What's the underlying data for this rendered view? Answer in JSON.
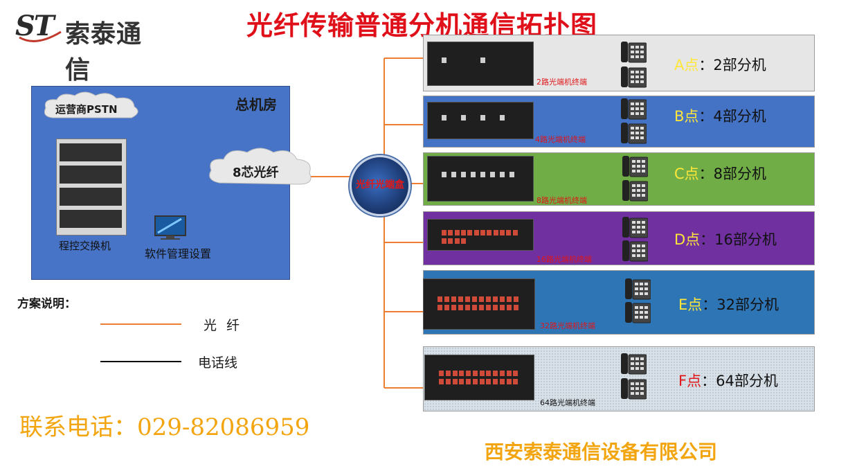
{
  "header": {
    "logo_initials": "ST",
    "logo_text": "索泰通信",
    "title": "光纤传输普通分机通信拓扑图"
  },
  "central_office": {
    "title": "总机房",
    "pstn_label": "运营商PSTN",
    "exchange_label": "程控交换机",
    "software_label": "软件管理设置",
    "fiber_cloud_label": "8芯光纤"
  },
  "splice_box_label": "光纤光端盒",
  "branches": [
    {
      "id": "A",
      "letter": "A点",
      "colon": "：",
      "count": "2部分机",
      "device_label": "2路光端机终端",
      "bg": "#e6e6e6",
      "letter_color": "#ffe73a",
      "label_color": "#e0161a"
    },
    {
      "id": "B",
      "letter": "B点",
      "colon": "：",
      "count": "4部分机",
      "device_label": "4路光端机终端",
      "bg": "#4472c4",
      "letter_color": "#ffe73a",
      "label_color": "#e0161a"
    },
    {
      "id": "C",
      "letter": "C点",
      "colon": "：",
      "count": "8部分机",
      "device_label": "8路光端机终端",
      "bg": "#70ad47",
      "letter_color": "#ffe73a",
      "label_color": "#e0161a"
    },
    {
      "id": "D",
      "letter": "D点",
      "colon": "：",
      "count": "16部分机",
      "device_label": "16路光端机终端",
      "bg": "#7030a0",
      "letter_color": "#ffe73a",
      "label_color": "#e0161a"
    },
    {
      "id": "E",
      "letter": "E点",
      "colon": "：",
      "count": "32部分机",
      "device_label": "32路光端机终端",
      "bg": "#2e75b6",
      "letter_color": "#ffe73a",
      "label_color": "#e0161a"
    },
    {
      "id": "F",
      "letter": "F点",
      "colon": "：",
      "count": "64部分机",
      "device_label": "64路光端机终端",
      "bg": "#d9e1e8",
      "letter_color": "#e0161a",
      "label_color": "#111111"
    }
  ],
  "legend": {
    "title": "方案说明：",
    "fiber": "光纤",
    "phone_line": "电话线",
    "fiber_color": "#ed7d31",
    "phone_line_color": "#000000"
  },
  "footer": {
    "hotline": "联系电话：029-82086959",
    "company": "西安索泰通信设备有限公司"
  }
}
